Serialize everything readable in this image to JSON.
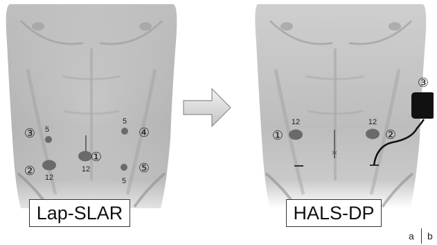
{
  "panels": {
    "left": {
      "label": "Lap-SLAR",
      "ports": [
        {
          "marker": "③",
          "size": "5"
        },
        {
          "marker": "②",
          "size": "12"
        },
        {
          "marker": "①",
          "size": "12"
        },
        {
          "marker": "④",
          "size": "5"
        },
        {
          "marker": "⑤",
          "size": "5"
        }
      ]
    },
    "right": {
      "label": "HALS-DP",
      "ports": [
        {
          "marker": "①",
          "size": "12"
        },
        {
          "marker": "②",
          "size": "12"
        }
      ],
      "device_marker": "③"
    }
  },
  "panel_letters": {
    "a": "a",
    "b": "b"
  },
  "colors": {
    "port": "#6a6a6a",
    "skin": "#b9b9b9",
    "device": "#111111"
  }
}
